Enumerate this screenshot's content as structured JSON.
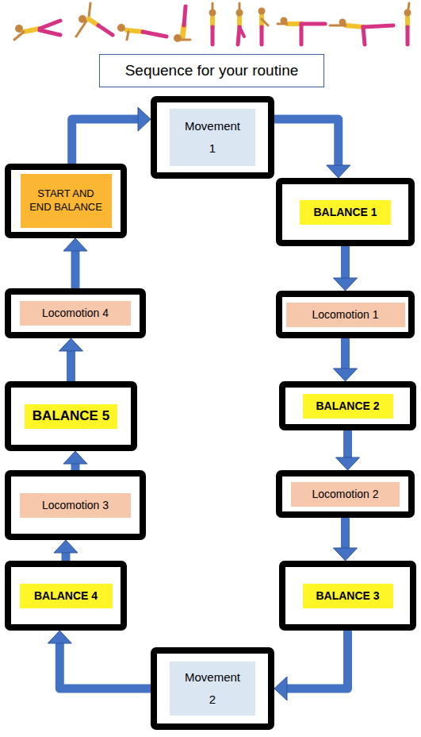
{
  "diagram": {
    "title": "Sequence for your routine",
    "nodes": [
      {
        "text": [
          "START AND END BALANCE"
        ]
      },
      {
        "text": [
          "Movement 1"
        ]
      },
      {
        "text": [
          "BALANCE 1"
        ]
      },
      {
        "text": [
          "Locomotion 1"
        ]
      },
      {
        "text": [
          "BALANCE 2"
        ]
      },
      {
        "text": [
          "Locomotion 2"
        ]
      },
      {
        "text": [
          "BALANCE 3"
        ]
      },
      {
        "text": [
          "Movement 2"
        ]
      },
      {
        "text": [
          "BALANCE 4"
        ]
      },
      {
        "text": [
          "Locomotion 3"
        ]
      },
      {
        "text": [
          "BALANCE 5"
        ]
      },
      {
        "text": [
          "Locomotion 4"
        ]
      }
    ],
    "edges": [
      {
        "from": 0,
        "to": 1,
        "arrow": "to"
      },
      {
        "from": 1,
        "to": 2,
        "arrow": "to"
      },
      {
        "from": 2,
        "to": 3,
        "arrow": "to"
      },
      {
        "from": 3,
        "to": 4,
        "arrow": "to"
      },
      {
        "from": 4,
        "to": 5,
        "arrow": "to"
      },
      {
        "from": 5,
        "to": 6,
        "arrow": "to"
      },
      {
        "from": 6,
        "to": 7,
        "arrow": "to"
      },
      {
        "from": 7,
        "to": 8,
        "arrow": "to"
      },
      {
        "from": 8,
        "to": 9,
        "arrow": "to"
      },
      {
        "from": 9,
        "to": 10,
        "arrow": "to"
      },
      {
        "from": 10,
        "to": 11,
        "arrow": "to"
      },
      {
        "from": 11,
        "to": 0,
        "arrow": "to"
      }
    ]
  }
}
